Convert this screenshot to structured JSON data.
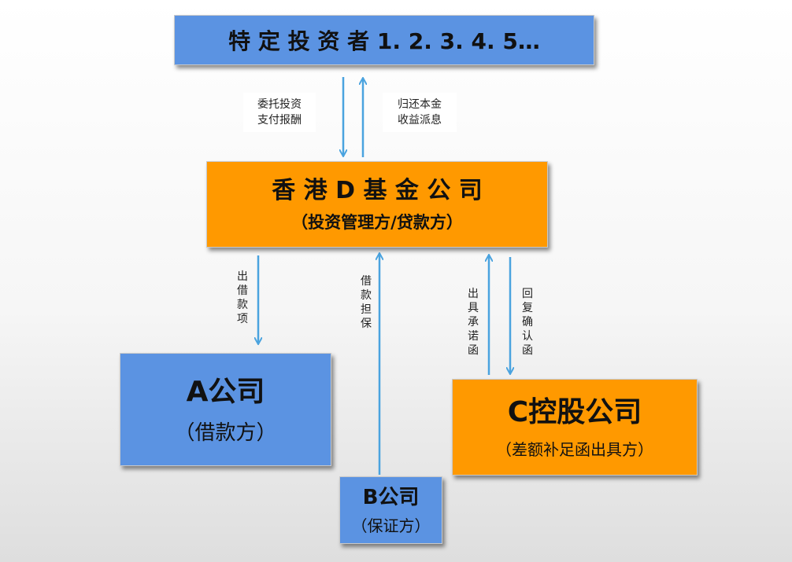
{
  "investors": {
    "title": "特 定 投 资 者 1. 2. 3. 4. 5…"
  },
  "fund": {
    "title": "香 港 D 基 金 公 司",
    "subtitle": "（投资管理方/贷款方）"
  },
  "company_a": {
    "title": "A公司",
    "subtitle": "（借款方）"
  },
  "company_b": {
    "title": "B公司",
    "subtitle": "（保证方）"
  },
  "company_c": {
    "title": "C控股公司",
    "subtitle": "（差额补足函出具方）"
  },
  "labels": {
    "invest_line1": "委托投资",
    "invest_line2": "支付报酬",
    "return_line1": "归还本金",
    "return_line2": "收益派息",
    "loan": "出借款项",
    "guarantee": "借款担保",
    "commitment": "出具承诺函",
    "confirm": "回复确认函"
  },
  "colors": {
    "blue_box": "#5b93e2",
    "orange_box": "#ff9900",
    "arrow": "#4aa3df"
  }
}
